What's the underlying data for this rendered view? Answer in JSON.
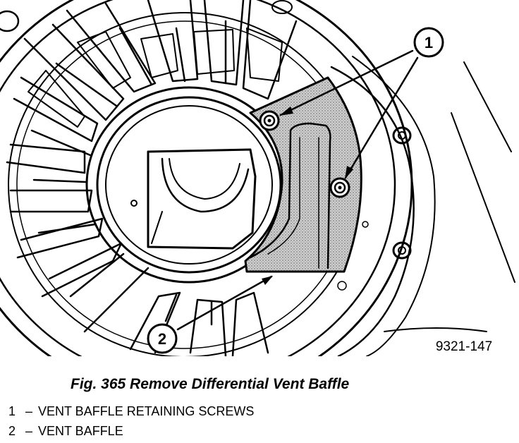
{
  "figure": {
    "code": "9321-147",
    "callouts": [
      {
        "number": "1"
      },
      {
        "number": "2"
      }
    ]
  },
  "caption": "Fig. 365 Remove Differential Vent Baffle",
  "legend": [
    {
      "number": "1",
      "dash": "–",
      "text": "VENT BAFFLE RETAINING SCREWS"
    },
    {
      "number": "2",
      "dash": "–",
      "text": "VENT BAFFLE"
    }
  ],
  "colors": {
    "ink": "#000000",
    "paper": "#ffffff",
    "baffle_shading": "#b8b8b8"
  }
}
